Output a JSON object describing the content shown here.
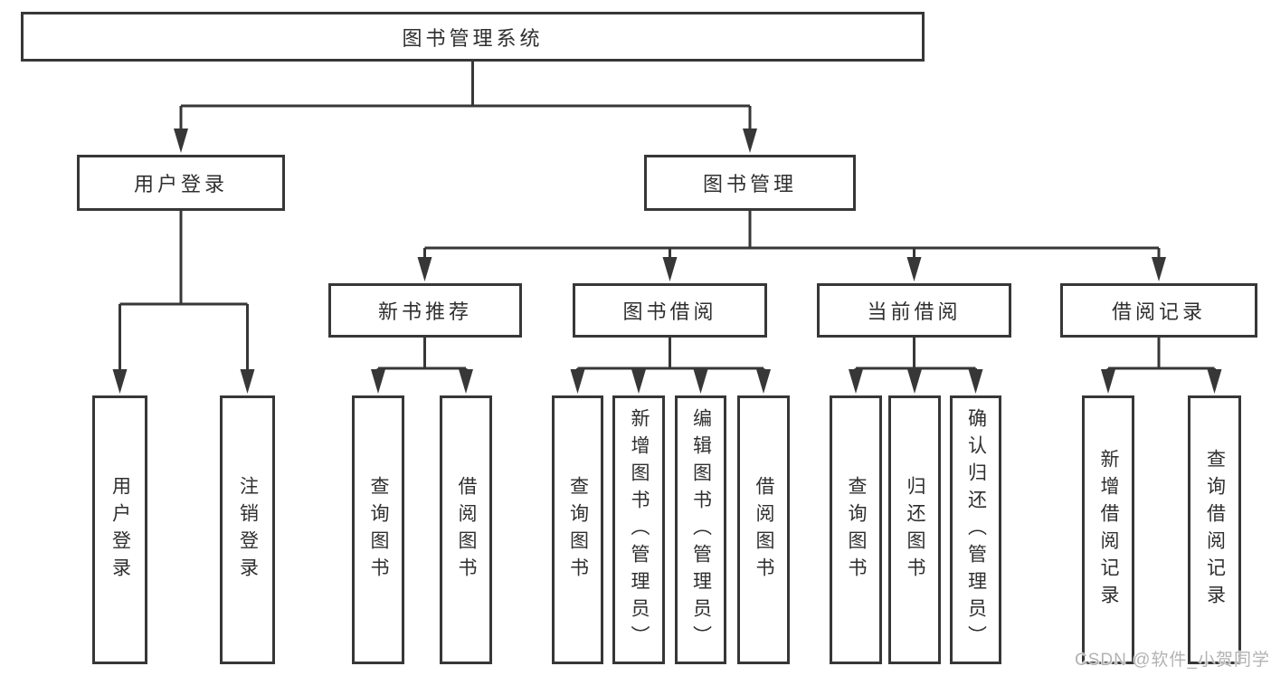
{
  "palette": {
    "background": "#ffffff",
    "line": "#373737",
    "box_border": "#373737",
    "box_background": "#ffffff",
    "text": "#2f2f2f",
    "watermark": "#b3b3b3"
  },
  "tree": {
    "root": {
      "label": "图书管理系统"
    },
    "level2": [
      {
        "label": "用户登录",
        "children": [
          {
            "label": "用户登录"
          },
          {
            "label": "注销登录"
          }
        ]
      },
      {
        "label": "图书管理",
        "children": [
          {
            "label": "新书推荐",
            "children": [
              {
                "label": "查询图书"
              },
              {
                "label": "借阅图书"
              }
            ]
          },
          {
            "label": "图书借阅",
            "children": [
              {
                "label": "查询图书"
              },
              {
                "label": "新增图书（管理员）"
              },
              {
                "label": "编辑图书（管理员）"
              },
              {
                "label": "借阅图书"
              }
            ]
          },
          {
            "label": "当前借阅",
            "children": [
              {
                "label": "查询图书"
              },
              {
                "label": "归还图书"
              },
              {
                "label": "确认归还（管理员）"
              }
            ]
          },
          {
            "label": "借阅记录",
            "children": [
              {
                "label": "新增借阅记录"
              },
              {
                "label": "查询借阅记录"
              }
            ]
          }
        ]
      }
    ]
  },
  "watermark": {
    "text": "CSDN @软件_小贺同学"
  }
}
